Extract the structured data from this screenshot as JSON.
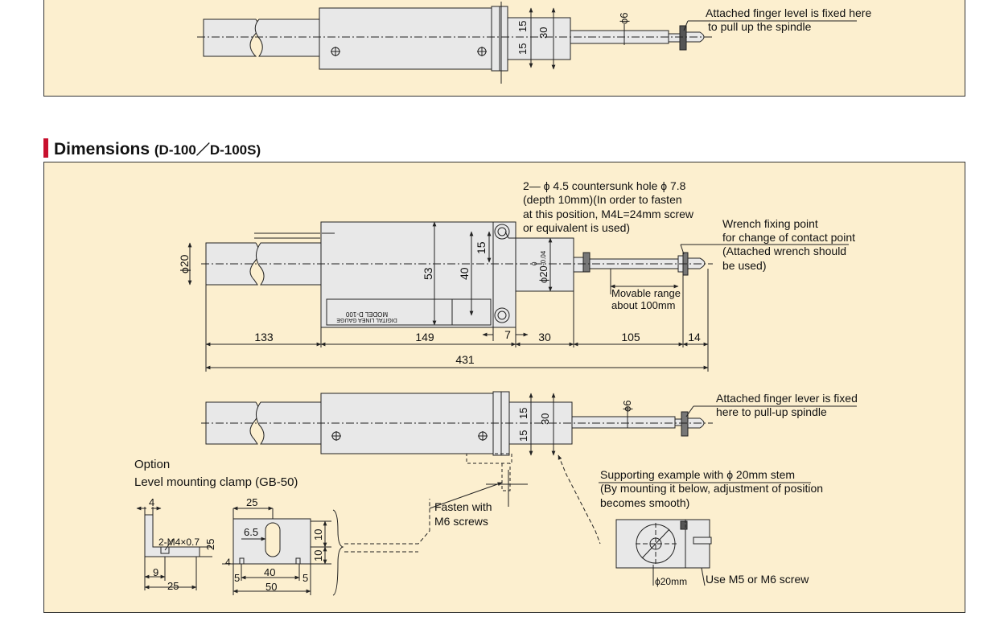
{
  "section": {
    "title": "Dimensions",
    "subtitle": "(D-100／D-100S)",
    "accent_color": "#c8102e",
    "panel_color": "#fcefcf"
  },
  "top_view": {
    "dims": [
      "15",
      "15",
      "30"
    ],
    "diameter": "ϕ6",
    "note_lines": [
      "Attached finger level is fixed here",
      "to pull up the spindle"
    ]
  },
  "front_view": {
    "diameter_stem": "ϕ20",
    "diameter_spindle": "ϕ20",
    "diameter_spindle_tol": [
      "0",
      "-0.04"
    ],
    "dim_53": "53",
    "dim_40": "40",
    "dim_15": "15",
    "nameplate_lines": [
      "MODEL D-100",
      "DIGITAL LINEA GAUGE"
    ],
    "countersunk_note": [
      "2— ϕ 4.5 countersunk hole  ϕ 7.8",
      "(depth 10mm)(In order to fasten",
      "at this position, M4L=24mm screw",
      "or equivalent is used)"
    ],
    "wrench_note": [
      "Wrench fixing point",
      "for change of contact point",
      "(Attached wrench should",
      "be used)"
    ],
    "movable_note": [
      "Movable range",
      "about 100mm"
    ],
    "dims_bottom": [
      "133",
      "149",
      "7",
      "30",
      "105",
      "14"
    ],
    "dim_total": "431"
  },
  "side_view": {
    "dims": [
      "15",
      "15",
      "30"
    ],
    "diameter": "ϕ6",
    "finger_note": [
      "Attached finger lever is fixed",
      "here to pull-up spindle"
    ],
    "fasten_note": [
      "Fasten with",
      "M6 screws"
    ],
    "support_note": [
      "Supporting example with  ϕ 20mm stem",
      "(By mounting it below, adjustment of position",
      " becomes smooth)"
    ],
    "support_dia": "ϕ20mm",
    "screw_note": "Use M5 or M6 screw"
  },
  "clamp": {
    "option_label": "Option",
    "name": "Level mounting clamp (GB-50)",
    "side_dims": {
      "top": "4",
      "thread": "2-M4×0.7",
      "height": "25",
      "foot": "9",
      "width": "25"
    },
    "plan_dims": {
      "top": "25",
      "slot": "6.5",
      "h1": "10",
      "h2": "10",
      "left": "4",
      "base": "40",
      "edge": "5",
      "total": "50"
    }
  }
}
